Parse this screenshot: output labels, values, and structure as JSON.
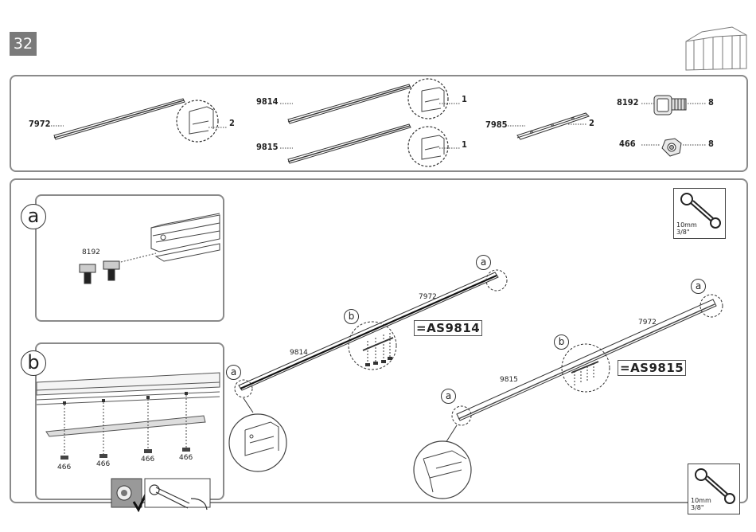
{
  "page": {
    "number": "32"
  },
  "parts": {
    "p7972": {
      "code": "7972",
      "qty": "2"
    },
    "p9814": {
      "code": "9814",
      "qty": "1"
    },
    "p9815": {
      "code": "9815",
      "qty": "1"
    },
    "p7985": {
      "code": "7985",
      "qty": "2"
    },
    "p8192": {
      "code": "8192",
      "qty": "8"
    },
    "p466": {
      "code": "466",
      "qty": "8"
    }
  },
  "details": {
    "a": {
      "letter": "a",
      "part": "8192"
    },
    "b": {
      "letter": "b",
      "nut_labels": [
        "466",
        "466",
        "466",
        "466"
      ]
    }
  },
  "assembly": {
    "left": {
      "rail_a": "9814",
      "rail_b": "7972",
      "result": "=AS9814",
      "callouts": [
        "a",
        "a",
        "b"
      ]
    },
    "right": {
      "rail_a": "9815",
      "rail_b": "7972",
      "result": "=AS9815",
      "callouts": [
        "a",
        "a",
        "b"
      ]
    }
  },
  "tool": {
    "size_mm": "10mm",
    "size_in": "3/8\""
  }
}
